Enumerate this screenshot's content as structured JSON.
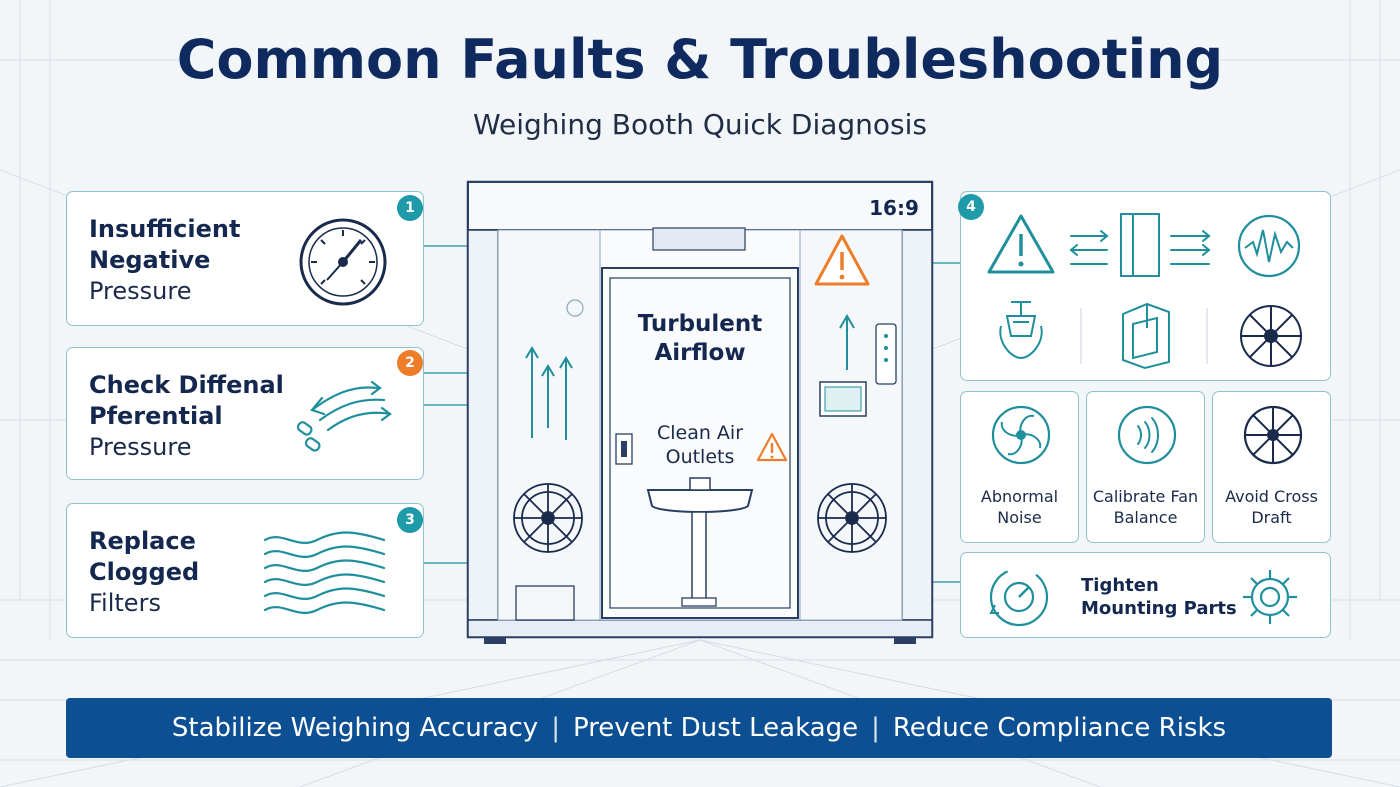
{
  "header": {
    "title": "Common Faults & Troubleshooting",
    "subtitle": "Weighing Booth Quick Diagnosis"
  },
  "left_cards": [
    {
      "badge": "1",
      "title_lines": [
        "Insufficient",
        "Negative"
      ],
      "sub": "Pressure",
      "icon": "pressure-gauge-icon"
    },
    {
      "badge": "2",
      "title_lines": [
        "Check Diffenal",
        "Pferential"
      ],
      "sub": "Pressure",
      "icon": "airflow-arrows-icon"
    },
    {
      "badge": "3",
      "title_lines": [
        "Replace",
        "Clogged"
      ],
      "sub": "Filters",
      "icon": "wavy-filter-icon"
    }
  ],
  "booth": {
    "ratio": "16:9",
    "center_title_lines": [
      "Turbulent",
      "Airflow"
    ],
    "outlets_lines": [
      "Clean Air",
      "Outlets"
    ]
  },
  "right_panel": {
    "badge": "4",
    "small_cards": [
      {
        "label_lines": [
          "Abnormal",
          "Noise"
        ],
        "icon": "fan-icon"
      },
      {
        "label_lines": [
          "Calibrate Fan",
          "Balance"
        ],
        "icon": "vibration-icon"
      },
      {
        "label_lines": [
          "Avoid Cross",
          "Draft"
        ],
        "icon": "fan-wheel-icon"
      }
    ],
    "tighten_lines": [
      "Tighten",
      "Mounting Parts"
    ]
  },
  "banner": {
    "items": [
      "Stabilize Weighing Accuracy",
      "Prevent Dust Leakage",
      "Reduce Compliance Risks"
    ],
    "separator": "|"
  },
  "colors": {
    "navy": "#0f2a5f",
    "teal": "#1f8f9c",
    "orange": "#ee7d2a",
    "banner": "#0c4f93",
    "card_border": "#8fc3cc"
  }
}
